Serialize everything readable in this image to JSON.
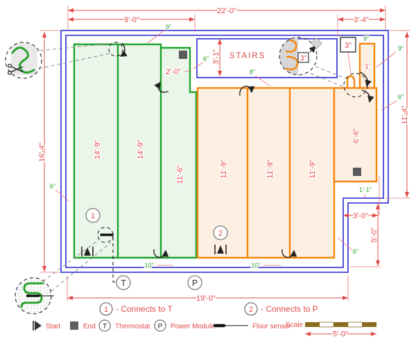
{
  "labels": {
    "stairs": "STAIRS",
    "thermostat": "T",
    "power": "P"
  },
  "dims": {
    "total_width": "22'-0\"",
    "width_left": "9'-0\"",
    "width_right": "3'-4\"",
    "height_left": "16'-4\"",
    "height_right": "11'-4\"",
    "stairs_depth": "3'-1\"",
    "bottom_width": "19'-0\"",
    "notch_width": "3'-0\"",
    "notch_height": "5'-0\"",
    "scale_length": "5'-0\"",
    "strip3_width": "2'-0\""
  },
  "gaps": {
    "top_offset": "9\"",
    "left_offset": "6\"",
    "green_right_offset": "6\"",
    "stairs_offset": "8\"",
    "pillar_top_offset": "9\"",
    "pillar_right_offset": "9\"",
    "right_offset": "6\"",
    "strip_bottom_gap": "1'-1\"",
    "notch_offset": "6\"",
    "zone1_bottom_offset": "10\"",
    "zone2_bottom_offset": "10\"",
    "detail_width": "3\"",
    "detail_width_inner": "3\""
  },
  "zone1": {
    "number": "1",
    "note": "- Connects to T",
    "strip1": "14'-9\"",
    "strip2": "14'-9\"",
    "strip3": "11'-6\""
  },
  "zone2": {
    "number": "2",
    "note": "- Connects to P",
    "strip1": "11'-9\"",
    "strip2": "11'-9\"",
    "strip3": "11'-9\"",
    "strip4": "6'-6\"",
    "strip5": "1'"
  },
  "legend": {
    "start": "Start",
    "end": "End",
    "thermostat": "Thermostat",
    "power": "Power Module",
    "floor_sensor": "Floor sensor",
    "scale": "Scale"
  },
  "colors": {
    "wall": "#4040d6",
    "zone1_stroke": "#1fa32c",
    "zone1_fill": "#eaf6ea",
    "zone2_stroke": "#f5860b",
    "zone2_fill": "#fdf0e2",
    "dimension_red": "#e24a4a",
    "gap_green": "#2aa12a",
    "scale_bar_brown": "#8a6d1e"
  }
}
